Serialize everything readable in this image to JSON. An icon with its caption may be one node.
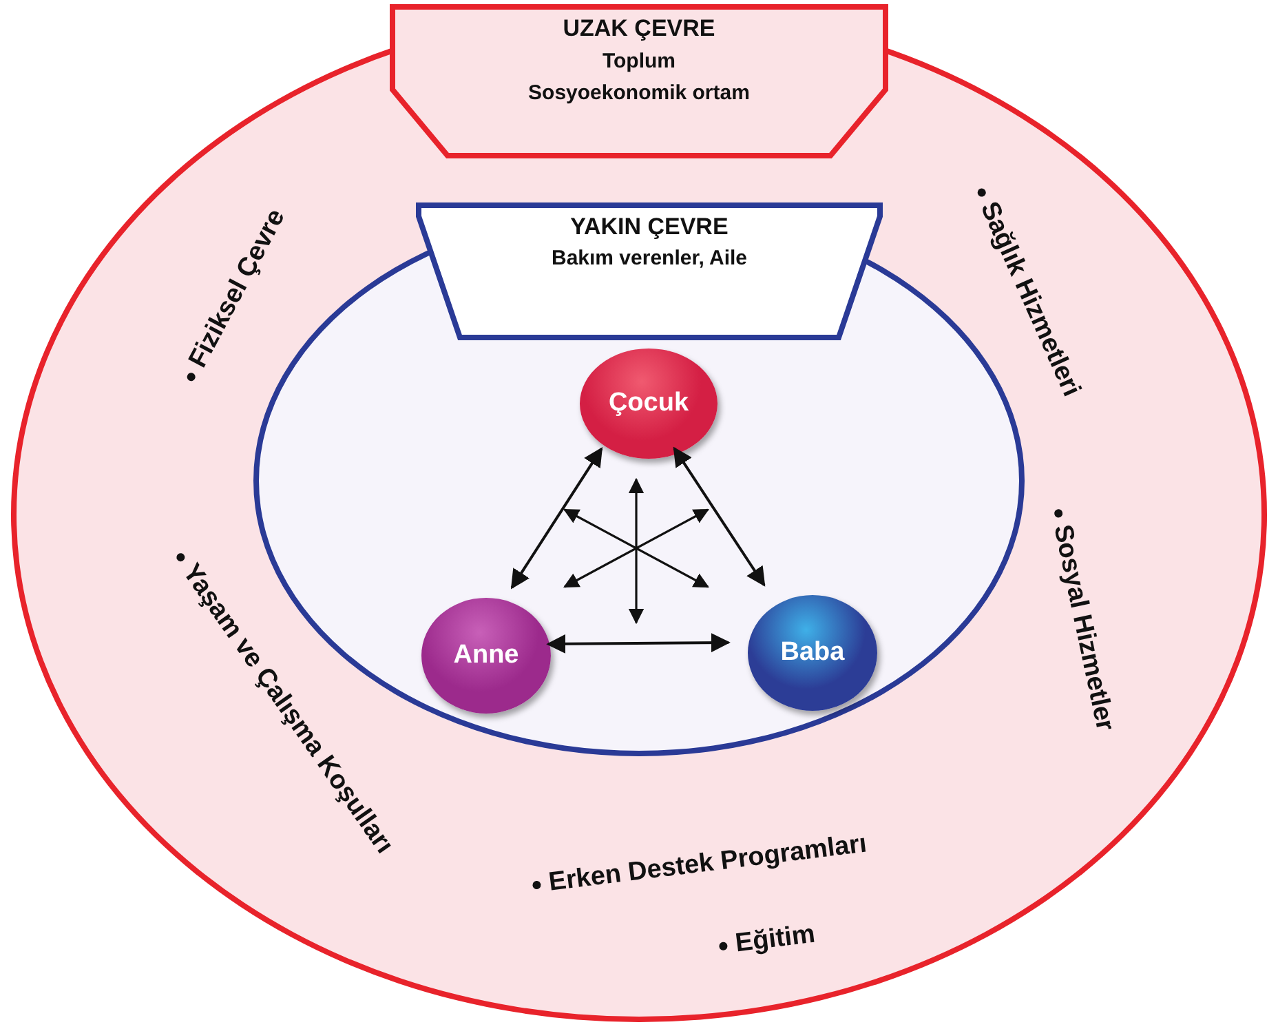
{
  "diagram": {
    "nodes": [
      {
        "text": [
          "UZAK ÇEVRE",
          "Toplum",
          "Sosyoekonomik ortam"
        ]
      },
      {
        "text": [
          "YAKIN ÇEVRE",
          "Bakım verenler, Aile"
        ],
        "in": 0
      },
      {
        "text": [
          "Çocuk"
        ],
        "in": 1
      },
      {
        "text": [
          "Anne"
        ],
        "in": 1
      },
      {
        "text": [
          "Baba"
        ],
        "in": 1
      }
    ],
    "edges": [
      {
        "from": 2,
        "to": 3,
        "arrow": "both"
      },
      {
        "from": 2,
        "to": 4,
        "arrow": "both"
      },
      {
        "from": 3,
        "to": 4,
        "arrow": "both"
      }
    ],
    "labels": [
      "Fiziksel Çevre",
      "Sağlık Hizmetleri",
      "Yaşam ve Çalışma Koşulları",
      "Sosyal Hizmetler",
      "Erken Destek Programları",
      "Eğitim"
    ]
  }
}
